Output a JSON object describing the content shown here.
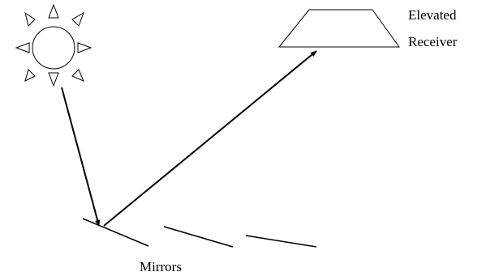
{
  "diagram": {
    "receiver_label_line1": "Elevated",
    "receiver_label_line2": "Receiver",
    "mirrors_label": "Mirrors"
  },
  "icons": {
    "sun": "sun-icon",
    "receiver": "receiver-trapezoid",
    "mirror": "mirror-line"
  },
  "colors": {
    "stroke": "#000000",
    "background": "#ffffff"
  }
}
